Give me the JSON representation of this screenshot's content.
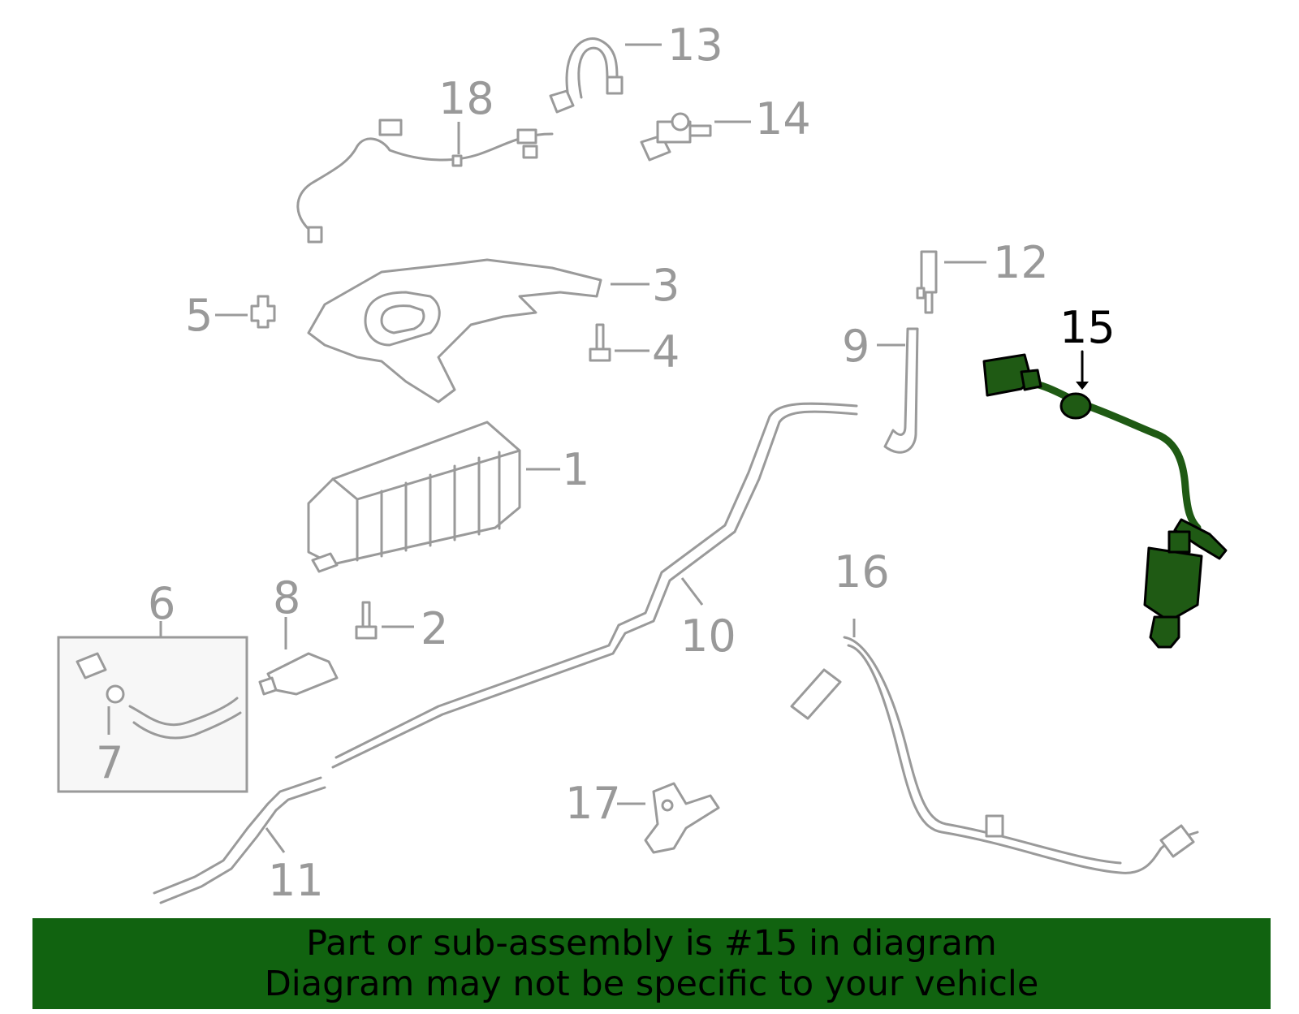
{
  "diagram": {
    "highlighted_part": "15",
    "highlight_color": "#1f5a14",
    "part_color": "#9a9a9a",
    "callouts": [
      "1",
      "2",
      "3",
      "4",
      "5",
      "6",
      "7",
      "8",
      "9",
      "10",
      "11",
      "12",
      "13",
      "14",
      "15",
      "16",
      "17",
      "18"
    ]
  },
  "banner": {
    "line1": "Part or sub-assembly is #15 in diagram",
    "line2": "Diagram may not be specific to your vehicle",
    "background": "#116310"
  }
}
